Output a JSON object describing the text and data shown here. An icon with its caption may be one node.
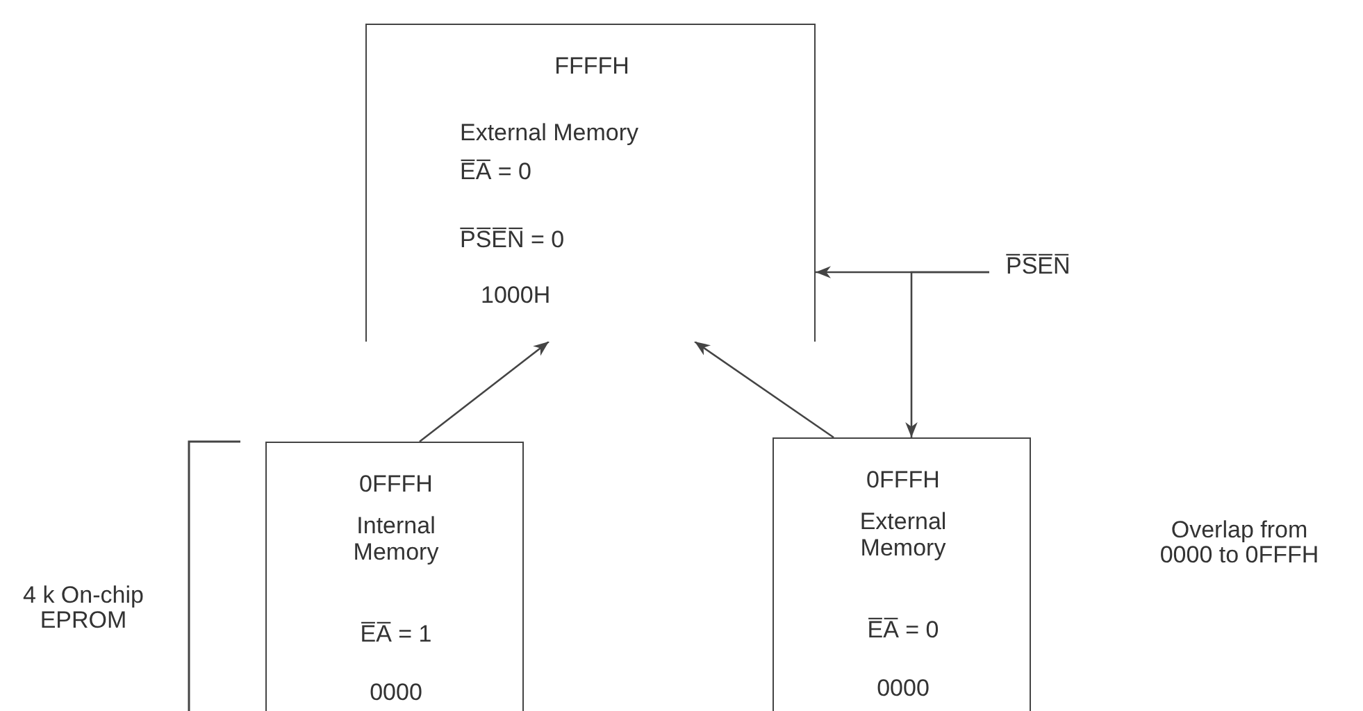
{
  "diagram": {
    "nodes": [
      {
        "text": [
          "FFFFH",
          "External Memory",
          "E̅A̅ = 0",
          "P̅S̅E̅N̅ = 0",
          "1000H"
        ]
      },
      {
        "text": [
          "0FFFH",
          "Internal Memory",
          "E̅A̅ = 1",
          "0000"
        ]
      },
      {
        "text": [
          "0FFFH",
          "External Memory",
          "E̅A̅ = 0",
          "0000"
        ]
      },
      {
        "text": [
          "P̅S̅E̅N̅"
        ]
      }
    ],
    "edges": [
      {
        "from": 1,
        "to": 0,
        "arrow": "to"
      },
      {
        "from": 2,
        "to": 0,
        "arrow": "to"
      },
      {
        "from": 3,
        "to": 0,
        "arrow": "to"
      },
      {
        "from": 3,
        "to": 2,
        "arrow": "to"
      }
    ],
    "labels": [
      "4 k On-chip EPROM",
      "Overlap from 0000 to 0FFFH"
    ]
  }
}
